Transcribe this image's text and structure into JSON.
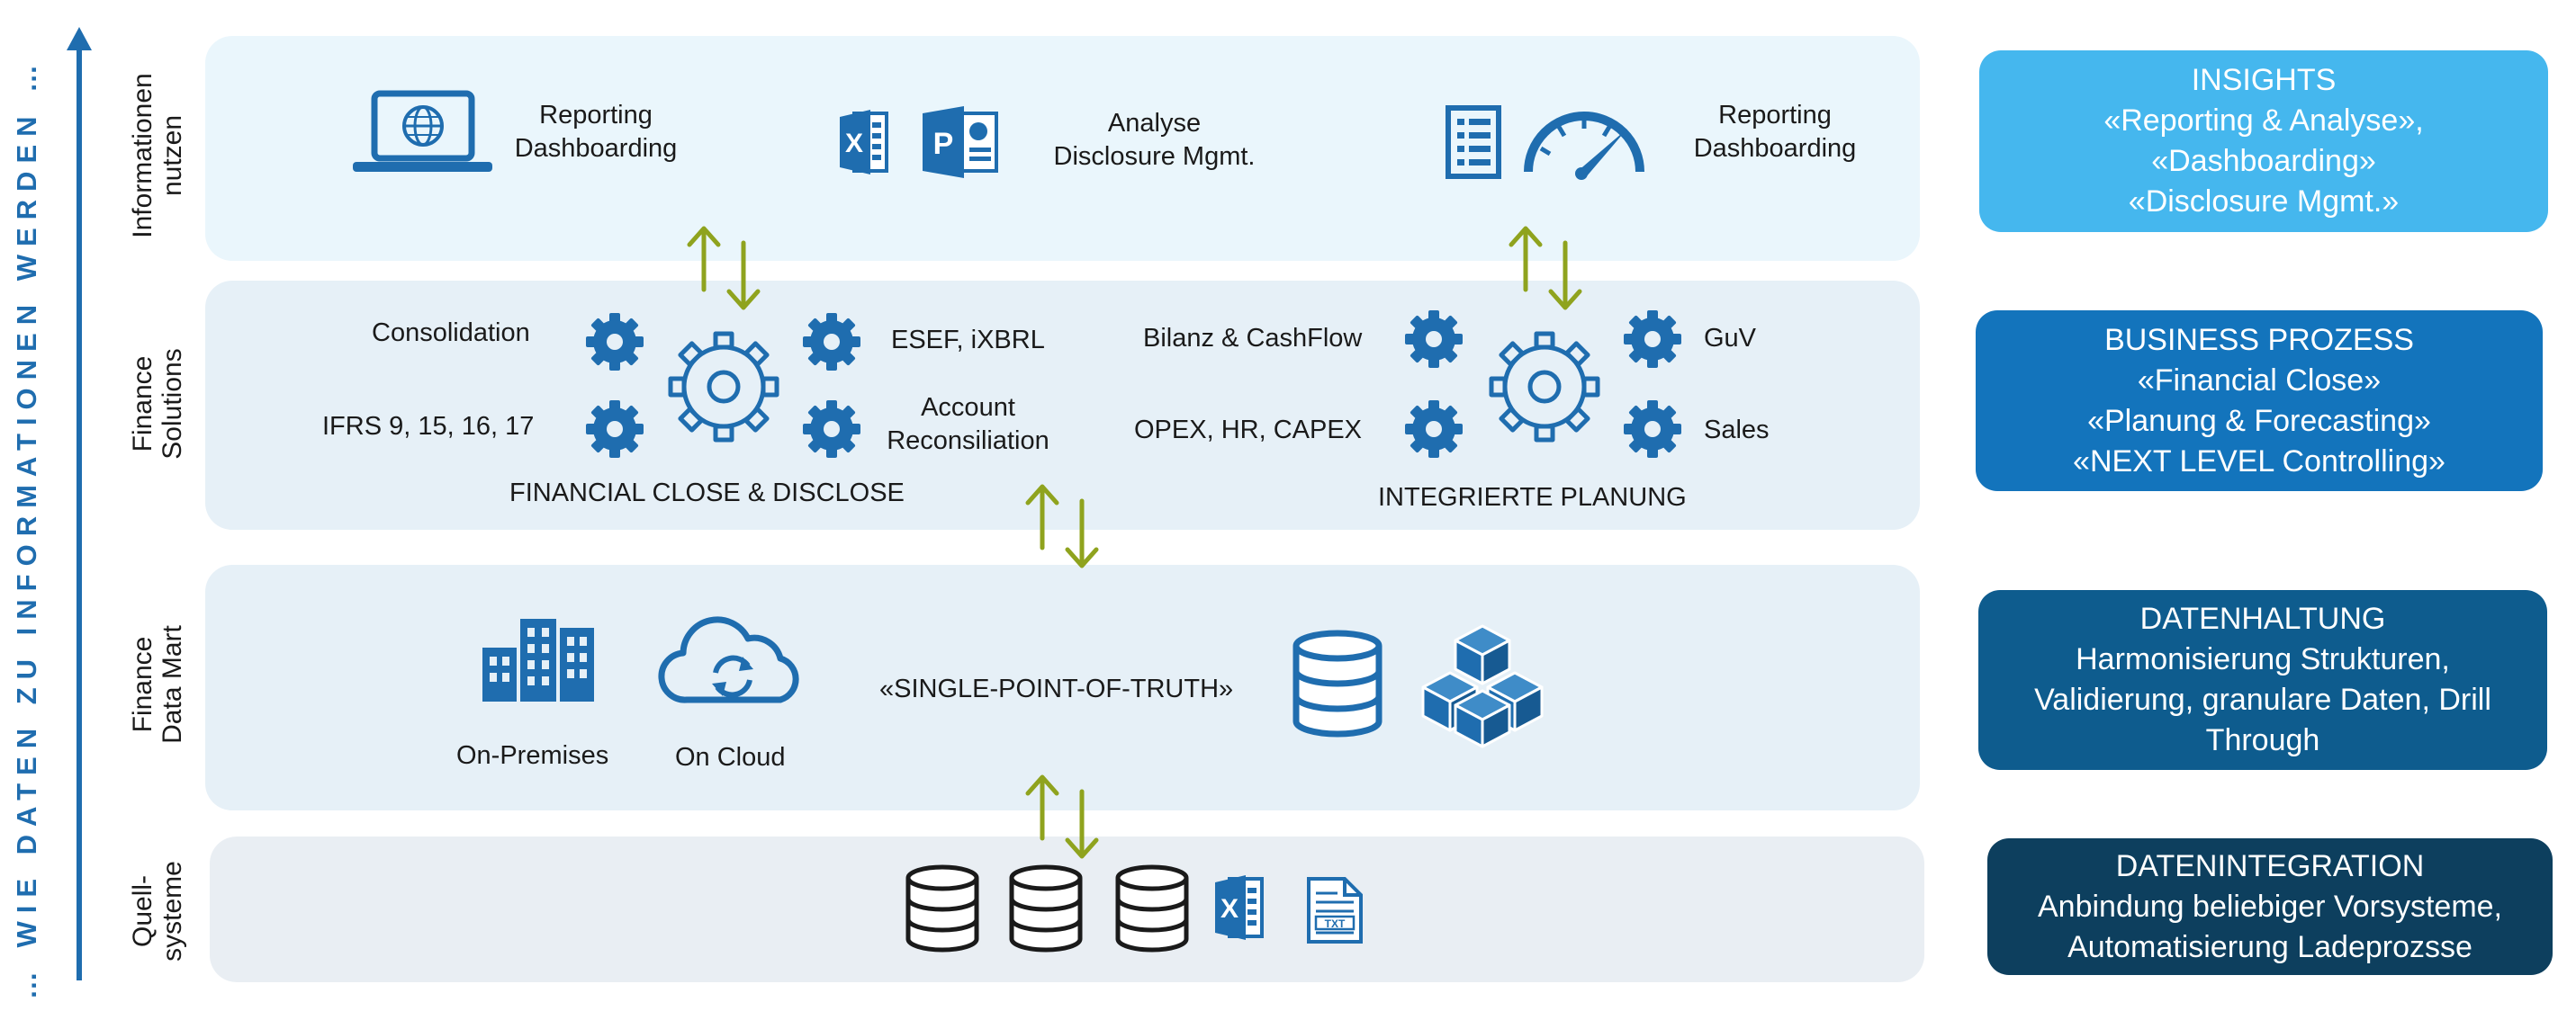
{
  "side_caption": "… WIE DATEN ZU INFORMATIONEN WERDEN …",
  "colors": {
    "primary_blue": "#1F6DAF",
    "arrow_green": "#8FA31E",
    "row_light": "#EAF6FC",
    "row_mid": "#E6F0F7",
    "row_gray": "#E9EEF3",
    "box_insights": "#45B7EE",
    "box_business": "#1374BC",
    "box_datenhaltung": "#0E5C8E",
    "box_datenintegration": "#0D3F5E"
  },
  "layers": [
    {
      "label_line1": "Informationen",
      "label_line2": "nutzen"
    },
    {
      "label_line1": "Finance",
      "label_line2": "Solutions"
    },
    {
      "label_line1": "Finance",
      "label_line2": "Data Mart"
    },
    {
      "label_line1": "Quell-",
      "label_line2": "systeme"
    }
  ],
  "insights_row": {
    "item1": {
      "line1": "Reporting",
      "line2": "Dashboarding"
    },
    "item2": {
      "line1": "Analyse",
      "line2": "Disclosure Mgmt."
    },
    "item3": {
      "line1": "Reporting",
      "line2": "Dashboarding"
    }
  },
  "solutions_row": {
    "financial_close": {
      "title": "FINANCIAL CLOSE & DISCLOSE",
      "consolidation": "Consolidation",
      "ifrs": "IFRS 9, 15, 16, 17",
      "esef": "ESEF, iXBRL",
      "account_line1": "Account",
      "account_line2": "Reconsiliation"
    },
    "planning": {
      "title": "INTEGRIERTE PLANUNG",
      "bilanz": "Bilanz & CashFlow",
      "opex": "OPEX, HR, CAPEX",
      "guv": "GuV",
      "sales": "Sales"
    }
  },
  "datamart_row": {
    "on_premises": "On-Premises",
    "on_cloud": "On Cloud",
    "single_point": "«SINGLE-POINT-OF-TRUTH»"
  },
  "icons": {
    "insights": [
      "laptop-globe-icon",
      "excel-icon",
      "powerpoint-icon",
      "report-list-icon",
      "speedometer-icon"
    ],
    "solutions": [
      "gear-icon"
    ],
    "datamart": [
      "buildings-icon",
      "cloud-sync-icon",
      "database-icon",
      "cubes-icon"
    ],
    "sources": [
      "database-icon",
      "excel-icon",
      "txt-file-icon"
    ]
  },
  "right_boxes": [
    {
      "title": "INSIGHTS",
      "line1": "«Reporting & Analyse»,",
      "line2": "«Dashboarding»",
      "line3": "«Disclosure Mgmt.»"
    },
    {
      "title": "BUSINESS PROZESS",
      "line1": "«Financial Close»",
      "line2": "«Planung & Forecasting»",
      "line3": "«NEXT LEVEL Controlling»"
    },
    {
      "title": "DATENHALTUNG",
      "line1": "Harmonisierung Strukturen,",
      "line2": "Validierung, granulare Daten, Drill",
      "line3": "Through"
    },
    {
      "title": "DATENINTEGRATION",
      "line1": "Anbindung beliebiger Vorsysteme,",
      "line2": "Automatisierung Ladeprozsse",
      "line3": ""
    }
  ]
}
